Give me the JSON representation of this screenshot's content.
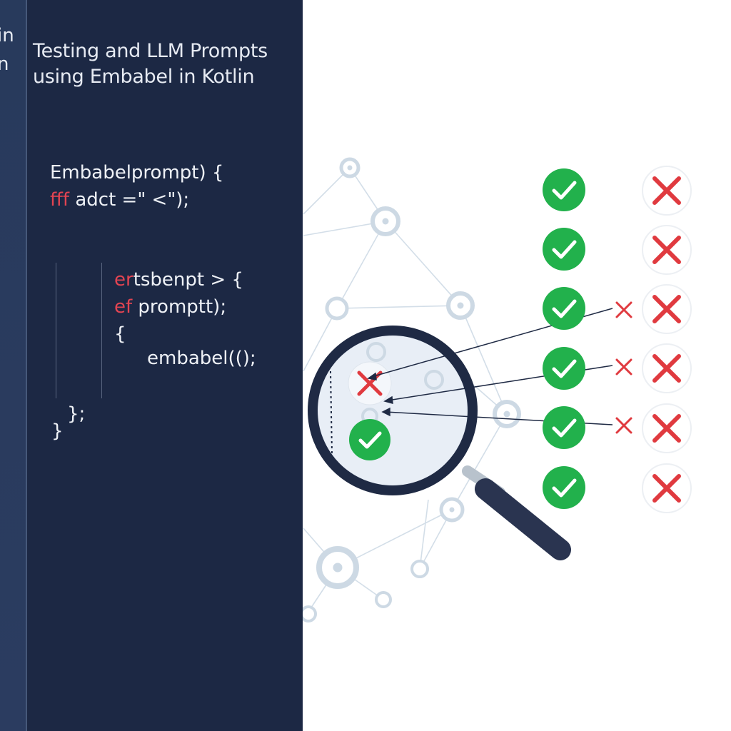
{
  "sidebar": {
    "partial_text": [
      "in",
      "n"
    ]
  },
  "title": {
    "line1": "Testing and LLM Prompts",
    "line2": "using Embabel in Kotlin"
  },
  "code": {
    "line1": "Embabelprompt) {",
    "line2_kw": "fff",
    "line2_rest": " adct =\" <\");",
    "line3_kw": "er",
    "line3_rest": "tsbenpt > {",
    "line4_kw": "ef",
    "line4_rest": " promptt);",
    "line5": "{",
    "line6": "embabel(();",
    "line7": "};",
    "line8": "}"
  },
  "colors": {
    "panel": "#1c2844",
    "pass": "#22b14c",
    "fail": "#e03a3f",
    "network": "#cfdbe6",
    "accent_keyword": "#e24452"
  },
  "results": {
    "pass_rows": 6,
    "fail_rows": 6,
    "icons": [
      "check-icon",
      "cross-icon"
    ]
  }
}
